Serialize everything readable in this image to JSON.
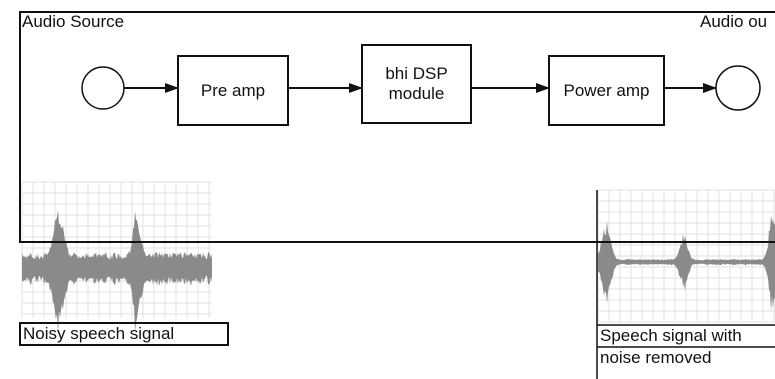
{
  "diagram": {
    "source_label": "Audio Source",
    "output_label": "Audio ou",
    "blocks": [
      {
        "id": "pre-amp",
        "label": "Pre amp"
      },
      {
        "id": "dsp",
        "label": "bhi DSP\nmodule"
      },
      {
        "id": "power-amp",
        "label": "Power amp"
      }
    ],
    "waveforms": {
      "input_caption": "Noisy speech signal",
      "output_caption_line1": "Speech signal with",
      "output_caption_line2": "noise removed"
    }
  },
  "colors": {
    "line": "#111111",
    "waveform": "#8a8a8a",
    "grid": "#e2e2e2"
  }
}
